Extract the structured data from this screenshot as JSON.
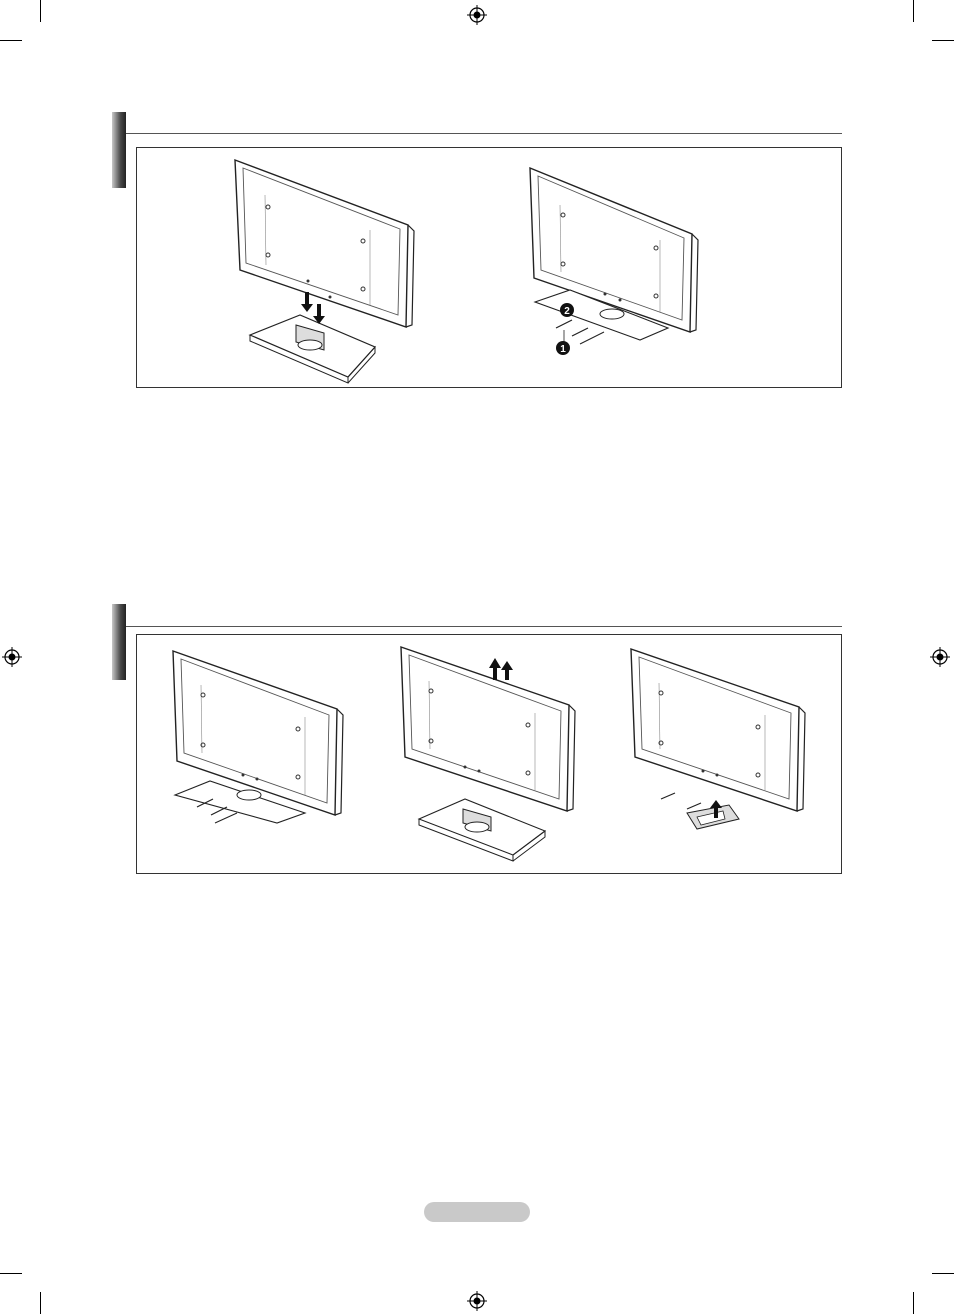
{
  "document": {
    "sections": [
      {
        "id": "install-stand",
        "figures": [
          {
            "id": "lower-tv-onto-stand",
            "icon": "down-arrows-icon"
          },
          {
            "id": "fasten-screws",
            "icon": "callouts-icon",
            "callouts": [
              "2",
              "1"
            ]
          }
        ]
      },
      {
        "id": "remove-stand",
        "figures": [
          {
            "id": "remove-screws",
            "icon": "screws-icon"
          },
          {
            "id": "lift-tv-off-stand",
            "icon": "up-arrows-icon"
          },
          {
            "id": "attach-cover",
            "icon": "up-arrow-icon"
          }
        ]
      }
    ],
    "page_number": "",
    "colors": {
      "line": "#333333",
      "pill": "#c9c9c9",
      "accent_bar": "#4a4a4a"
    }
  }
}
